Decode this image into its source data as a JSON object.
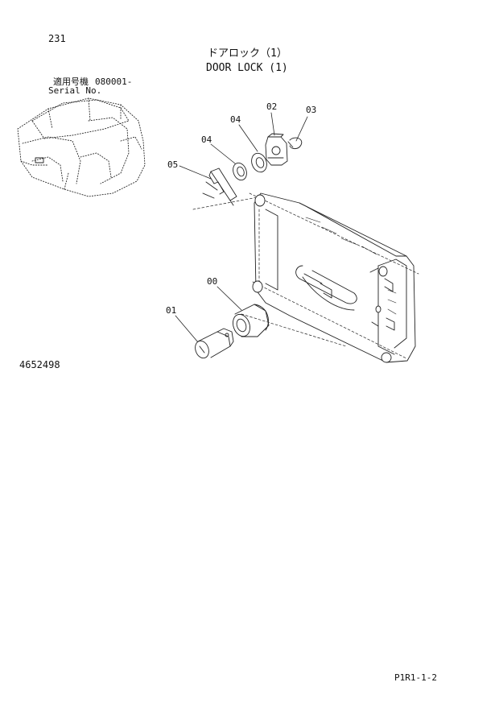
{
  "page_number": "231",
  "title_jp": "ドアロック（1）",
  "title_en": "DOOR LOCK (1)",
  "serial_label_jp": "適用号機",
  "serial_value": "080001-",
  "serial_label_en": "Serial No.",
  "drawing_number": "4652498",
  "footer_code": "P1R1-1-2",
  "part_labels": {
    "p00": "00",
    "p01": "01",
    "p02": "02",
    "p03": "03",
    "p04a": "04",
    "p04b": "04",
    "p05": "05"
  },
  "colors": {
    "line": "#222222",
    "paper": "#ffffff"
  }
}
